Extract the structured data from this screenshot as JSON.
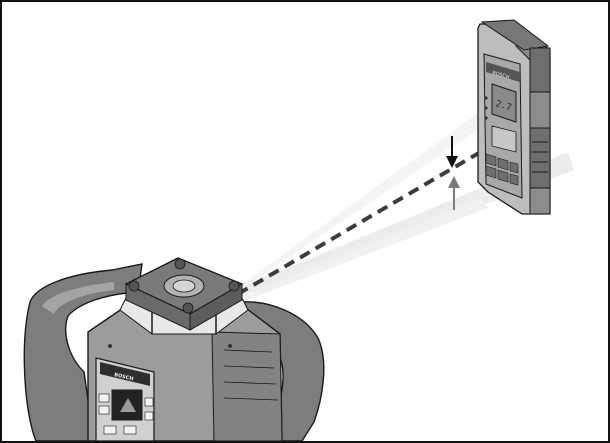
{
  "illustration": {
    "laser_device": {
      "brand_label": "BOSCH",
      "keypad_icons": [
        "arrow-left-icon",
        "arrow-right-icon",
        "arrow-up-icon",
        "arrow-down-icon",
        "plane-icon",
        "power-icon"
      ]
    },
    "laser_receiver": {
      "brand_label": "BOSCH",
      "display_text": "2.7",
      "keypad_icons": [
        "mode-icon",
        "volume-icon",
        "tolerance-icon",
        "power-icon",
        "center-mark-icon",
        "arrow-icon"
      ]
    },
    "indicators": {
      "arrows": [
        "down-arrow-icon",
        "up-arrow-icon"
      ]
    },
    "colors": {
      "beam_dash": "#3c3c3c",
      "beam_cone": "#ececec",
      "device_dark": "#6b6b6b",
      "device_mid": "#9a9a9a",
      "device_light": "#cfcfcf",
      "outline": "#1a1a1a"
    }
  }
}
